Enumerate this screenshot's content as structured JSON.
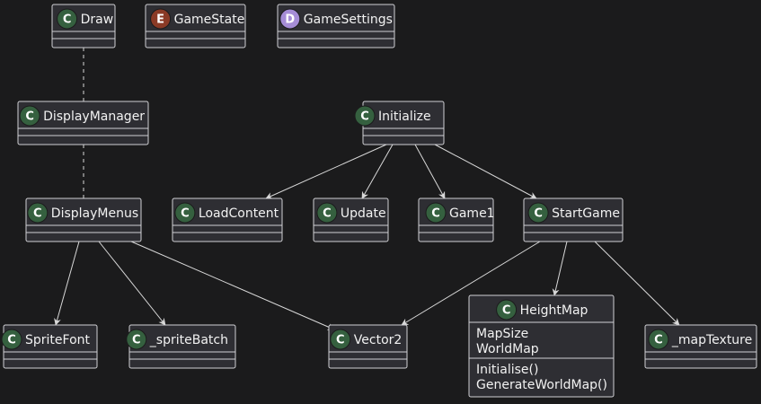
{
  "diagram": {
    "classes": [
      {
        "id": "draw",
        "name": "Draw",
        "stereotype": "C",
        "fields": [],
        "methods": []
      },
      {
        "id": "gamestate",
        "name": "GameState",
        "stereotype": "E",
        "fields": [],
        "methods": []
      },
      {
        "id": "gamesettings",
        "name": "GameSettings",
        "stereotype": "D",
        "fields": [],
        "methods": []
      },
      {
        "id": "displaymanager",
        "name": "DisplayManager",
        "stereotype": "C",
        "fields": [],
        "methods": []
      },
      {
        "id": "initialize",
        "name": "Initialize",
        "stereotype": "C",
        "fields": [],
        "methods": []
      },
      {
        "id": "displaymenus",
        "name": "DisplayMenus",
        "stereotype": "C",
        "fields": [],
        "methods": []
      },
      {
        "id": "loadcontent",
        "name": "LoadContent",
        "stereotype": "C",
        "fields": [],
        "methods": []
      },
      {
        "id": "update",
        "name": "Update",
        "stereotype": "C",
        "fields": [],
        "methods": []
      },
      {
        "id": "game1",
        "name": "Game1",
        "stereotype": "C",
        "fields": [],
        "methods": []
      },
      {
        "id": "startgame",
        "name": "StartGame",
        "stereotype": "C",
        "fields": [],
        "methods": []
      },
      {
        "id": "spritefont",
        "name": "SpriteFont",
        "stereotype": "C",
        "fields": [],
        "methods": []
      },
      {
        "id": "spritebatch",
        "name": "_spriteBatch",
        "stereotype": "C",
        "fields": [],
        "methods": []
      },
      {
        "id": "vector2",
        "name": "Vector2",
        "stereotype": "C",
        "fields": [],
        "methods": []
      },
      {
        "id": "heightmap",
        "name": "HeightMap",
        "stereotype": "C",
        "fields": [
          "MapSize",
          "WorldMap"
        ],
        "methods": [
          "Initialise()",
          "GenerateWorldMap()"
        ]
      },
      {
        "id": "maptexture",
        "name": "_mapTexture",
        "stereotype": "C",
        "fields": [],
        "methods": []
      }
    ],
    "relations": [
      {
        "from": "draw",
        "to": "displaymanager",
        "style": "dashed",
        "arrow": false
      },
      {
        "from": "displaymanager",
        "to": "displaymenus",
        "style": "dashed",
        "arrow": false
      },
      {
        "from": "initialize",
        "to": "loadcontent",
        "style": "solid",
        "arrow": true
      },
      {
        "from": "initialize",
        "to": "update",
        "style": "solid",
        "arrow": true
      },
      {
        "from": "initialize",
        "to": "game1",
        "style": "solid",
        "arrow": true
      },
      {
        "from": "initialize",
        "to": "startgame",
        "style": "solid",
        "arrow": true
      },
      {
        "from": "displaymenus",
        "to": "spritefont",
        "style": "solid",
        "arrow": true
      },
      {
        "from": "displaymenus",
        "to": "spritebatch",
        "style": "solid",
        "arrow": true
      },
      {
        "from": "displaymenus",
        "to": "vector2",
        "style": "solid",
        "arrow": true
      },
      {
        "from": "startgame",
        "to": "vector2",
        "style": "solid",
        "arrow": true
      },
      {
        "from": "startgame",
        "to": "heightmap",
        "style": "solid",
        "arrow": true
      },
      {
        "from": "startgame",
        "to": "maptexture",
        "style": "solid",
        "arrow": true
      }
    ],
    "stereotype_colors": {
      "C": "#35603f",
      "E": "#8a3a26",
      "D": "#a58cd6"
    }
  }
}
